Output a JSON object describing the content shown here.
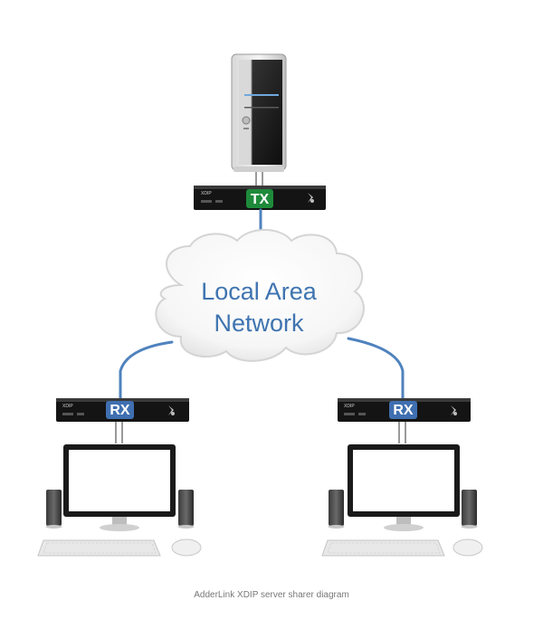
{
  "transmitter": {
    "badge": "TX",
    "brand": "XDIP"
  },
  "network": {
    "line1": "Local Area",
    "line2": "Network"
  },
  "receivers": [
    {
      "badge": "RX",
      "brand": "XDIP"
    },
    {
      "badge": "RX",
      "brand": "XDIP"
    }
  ],
  "caption": "AdderLink XDIP server sharer diagram",
  "colors": {
    "tx_badge": "#1e8a3a",
    "rx_badge": "#3f6fb0",
    "link_line": "#4f82be",
    "cloud_text": "#3f74b0"
  }
}
